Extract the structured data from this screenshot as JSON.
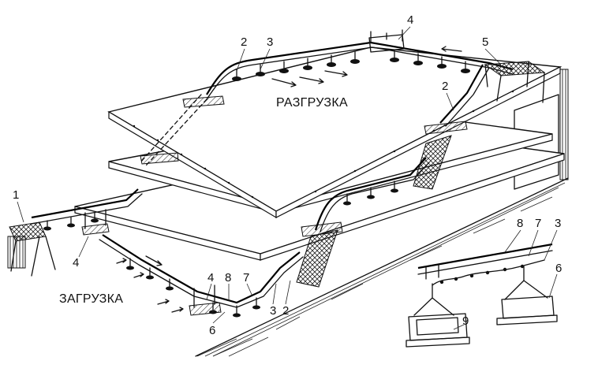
{
  "labels": {
    "unloading": "РАЗГРУЗКА",
    "loading": "ЗАГРУЗКА"
  },
  "callouts": [
    "1",
    "2",
    "3",
    "4",
    "5",
    "6",
    "7",
    "8",
    "9"
  ],
  "callout_instances": {
    "n1": "1",
    "n2_top": "2",
    "n3_top": "3",
    "n4_top": "4",
    "n5": "5",
    "n2_right": "2",
    "n4_left": "4",
    "n4_bottom": "4",
    "n8_bottom": "8",
    "n7_bottom": "7",
    "n6_bottom": "6",
    "n3_bottom": "3",
    "n2_bottom": "2",
    "n8_detail": "8",
    "n7_detail": "7",
    "n3_detail": "3",
    "n6_detail": "6",
    "n9_detail": "9"
  }
}
